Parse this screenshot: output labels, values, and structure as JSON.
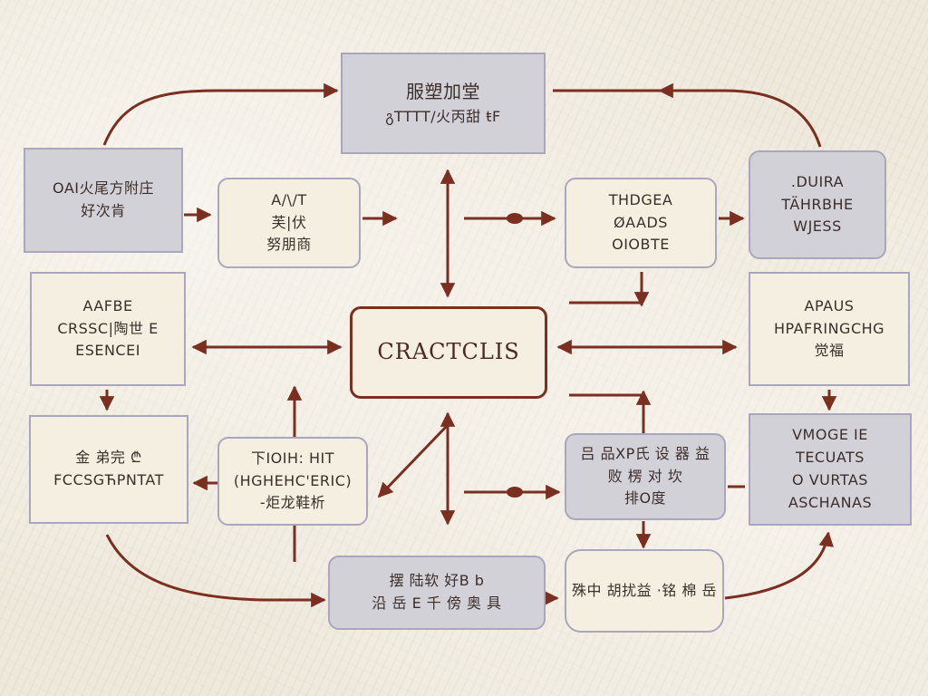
{
  "diagram": {
    "center": {
      "label": "CRACTCLIS"
    },
    "nodes": [
      {
        "id": "top",
        "lines": [
          "服塑加堂",
          "გTTTT/火丙甜 ŧF"
        ]
      },
      {
        "id": "left_a",
        "lines": [
          "OAI火尾方附庄",
          "好次肯"
        ]
      },
      {
        "id": "left_b",
        "lines": [
          "A/\\/T",
          "芙|伏",
          "努朋商"
        ]
      },
      {
        "id": "left_c",
        "lines": [
          "AAFBE",
          "CRSSC|陶世 E",
          "ESENCEI"
        ]
      },
      {
        "id": "left_d",
        "lines": [
          "金 弟完 ₾",
          "FCCSGЋPNTAT"
        ]
      },
      {
        "id": "mid_left",
        "lines": [
          "下IOIH: HIT",
          "(HGHEHC'ERIC)",
          "-炬龙鞋析"
        ]
      },
      {
        "id": "right_a",
        "lines": [
          "THDGEA",
          "ØAADS",
          "OIOBTE"
        ]
      },
      {
        "id": "right_b",
        "lines": [
          ".DUIRA",
          "TÄHRBHE",
          "WJESS"
        ]
      },
      {
        "id": "right_c",
        "lines": [
          "APAUS",
          "HPAFRINGCHG",
          "觉福"
        ]
      },
      {
        "id": "right_d",
        "lines": [
          "VMOGE IE",
          "TECUATS",
          "O VURTAS",
          "ASCHANAS"
        ]
      },
      {
        "id": "mid_right",
        "lines": [
          "吕 品XP氏 设 器 益",
          "败 楞 对 坎",
          "排O度"
        ]
      },
      {
        "id": "bottom_left",
        "lines": [
          "摆 陆软 好B b",
          "沿 岳 E 千 傍 奥 具"
        ]
      },
      {
        "id": "bottom_right",
        "lines": [
          "殊中 胡扰益 ·铭 棉 岳"
        ]
      }
    ]
  },
  "colors": {
    "arrow": "#7a2f20",
    "node_border": "#a9a6bd",
    "grey_fill": "#d3d1d8",
    "cream_fill": "#f5efe2"
  }
}
